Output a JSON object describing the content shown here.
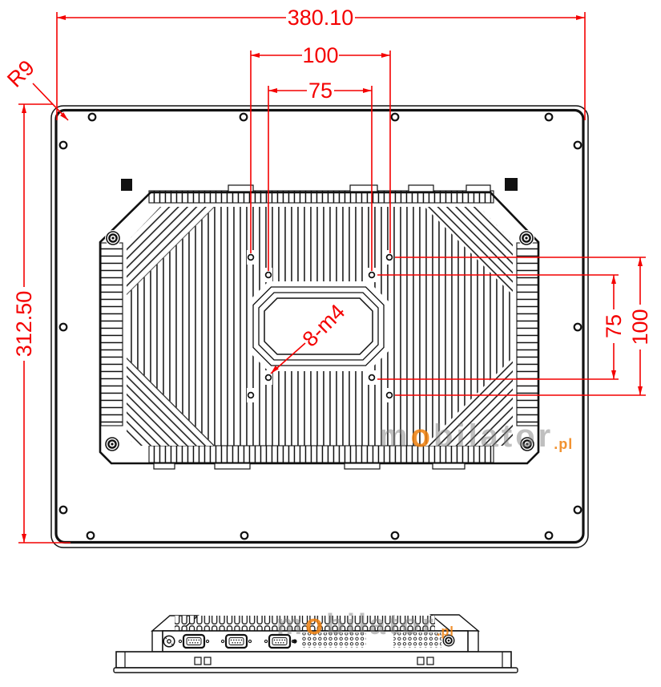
{
  "annotations": {
    "overall_width": "380.10",
    "vesa_width_100": "100",
    "vesa_width_75": "75",
    "corner_radius": "R9",
    "overall_height": "312.50",
    "vesa_height_75": "75",
    "vesa_height_100": "100",
    "mounting_holes": "8-m4"
  },
  "watermark": {
    "seg_m": "m",
    "seg_o": "o",
    "seg_rest": "bilator",
    "suffix": ".pl"
  },
  "colors": {
    "dimension_red": "#f40000",
    "line_black": "#111111",
    "watermark_gray": "#8a8a8a",
    "watermark_orange": "#ee7f0c",
    "background": "#ffffff"
  }
}
